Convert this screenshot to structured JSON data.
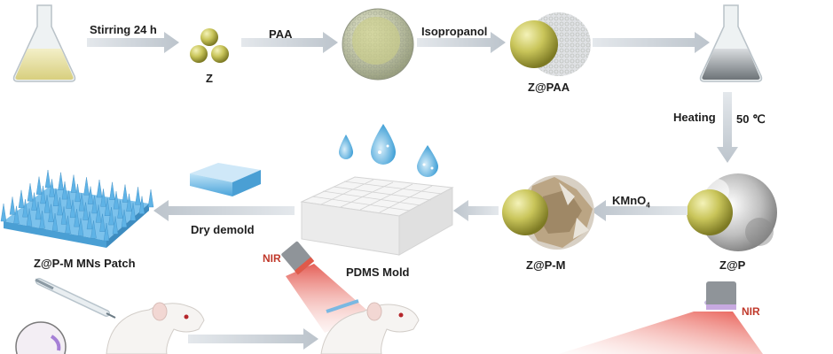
{
  "steps": {
    "stirring": "Stirring 24 h",
    "paa": "PAA",
    "isopropanol": "Isopropanol",
    "heating": "Heating",
    "temperature": "50 ℃",
    "kmno4_main": "KMnO",
    "kmno4_sub": "4",
    "dry_demold": "Dry demold"
  },
  "products": {
    "z": "Z",
    "z_paa": "Z@PAA",
    "z_p": "Z@P",
    "z_p_m": "Z@P-M",
    "pdms_mold": "PDMS Mold",
    "patch": "Z@P-M MNs Patch"
  },
  "nir_labels": [
    "NIR",
    "NIR"
  ],
  "colors": {
    "arrow": "#c9d0d8",
    "sphere_olive": "#b8b648",
    "mold": "#f2f2f2",
    "droplet": "#66b8e0",
    "needles": "#5fb3e6",
    "nir_red": "#d63a2e",
    "label_nir": "#c0392b"
  }
}
